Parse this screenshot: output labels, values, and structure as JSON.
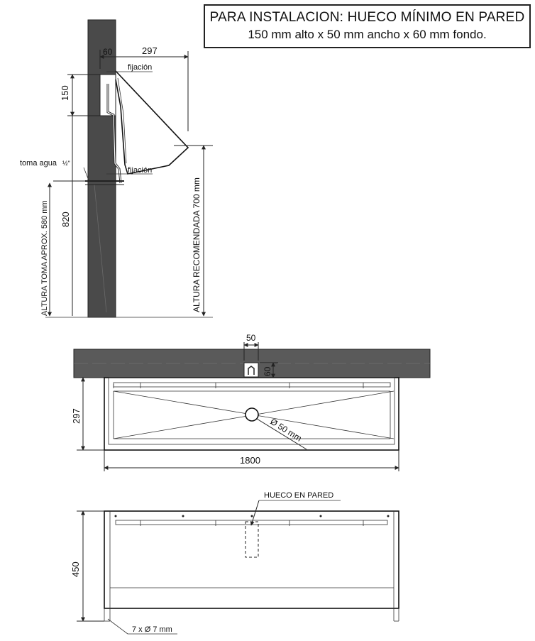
{
  "title_box": {
    "line1": "PARA INSTALACION: HUECO MÍNIMO EN PARED",
    "line2": "150 mm alto x 50 mm ancho x 60 mm fondo."
  },
  "side_view": {
    "dim_wall_depth": "60",
    "dim_projection": "297",
    "label_fixing_top": "fijación",
    "label_fixing_bottom": "fijación",
    "dim_recess_height": "150",
    "label_water_inlet": "toma agua",
    "water_inlet_fraction": "½\"",
    "dim_inlet_height": "820",
    "label_inlet_height": "ALTURA TOMA APROX. 580 mm",
    "label_recommended_height": "ALTURA RECOMENDADA 700 mm"
  },
  "top_view": {
    "dim_recess_width": "50",
    "dim_recess_depth": "60",
    "dim_depth": "297",
    "dim_length": "1800",
    "label_drain": "Ø 50 mm"
  },
  "front_view": {
    "label_wall_recess": "HUECO EN PARED",
    "dim_height": "450",
    "label_holes": "7 x Ø 7 mm"
  }
}
